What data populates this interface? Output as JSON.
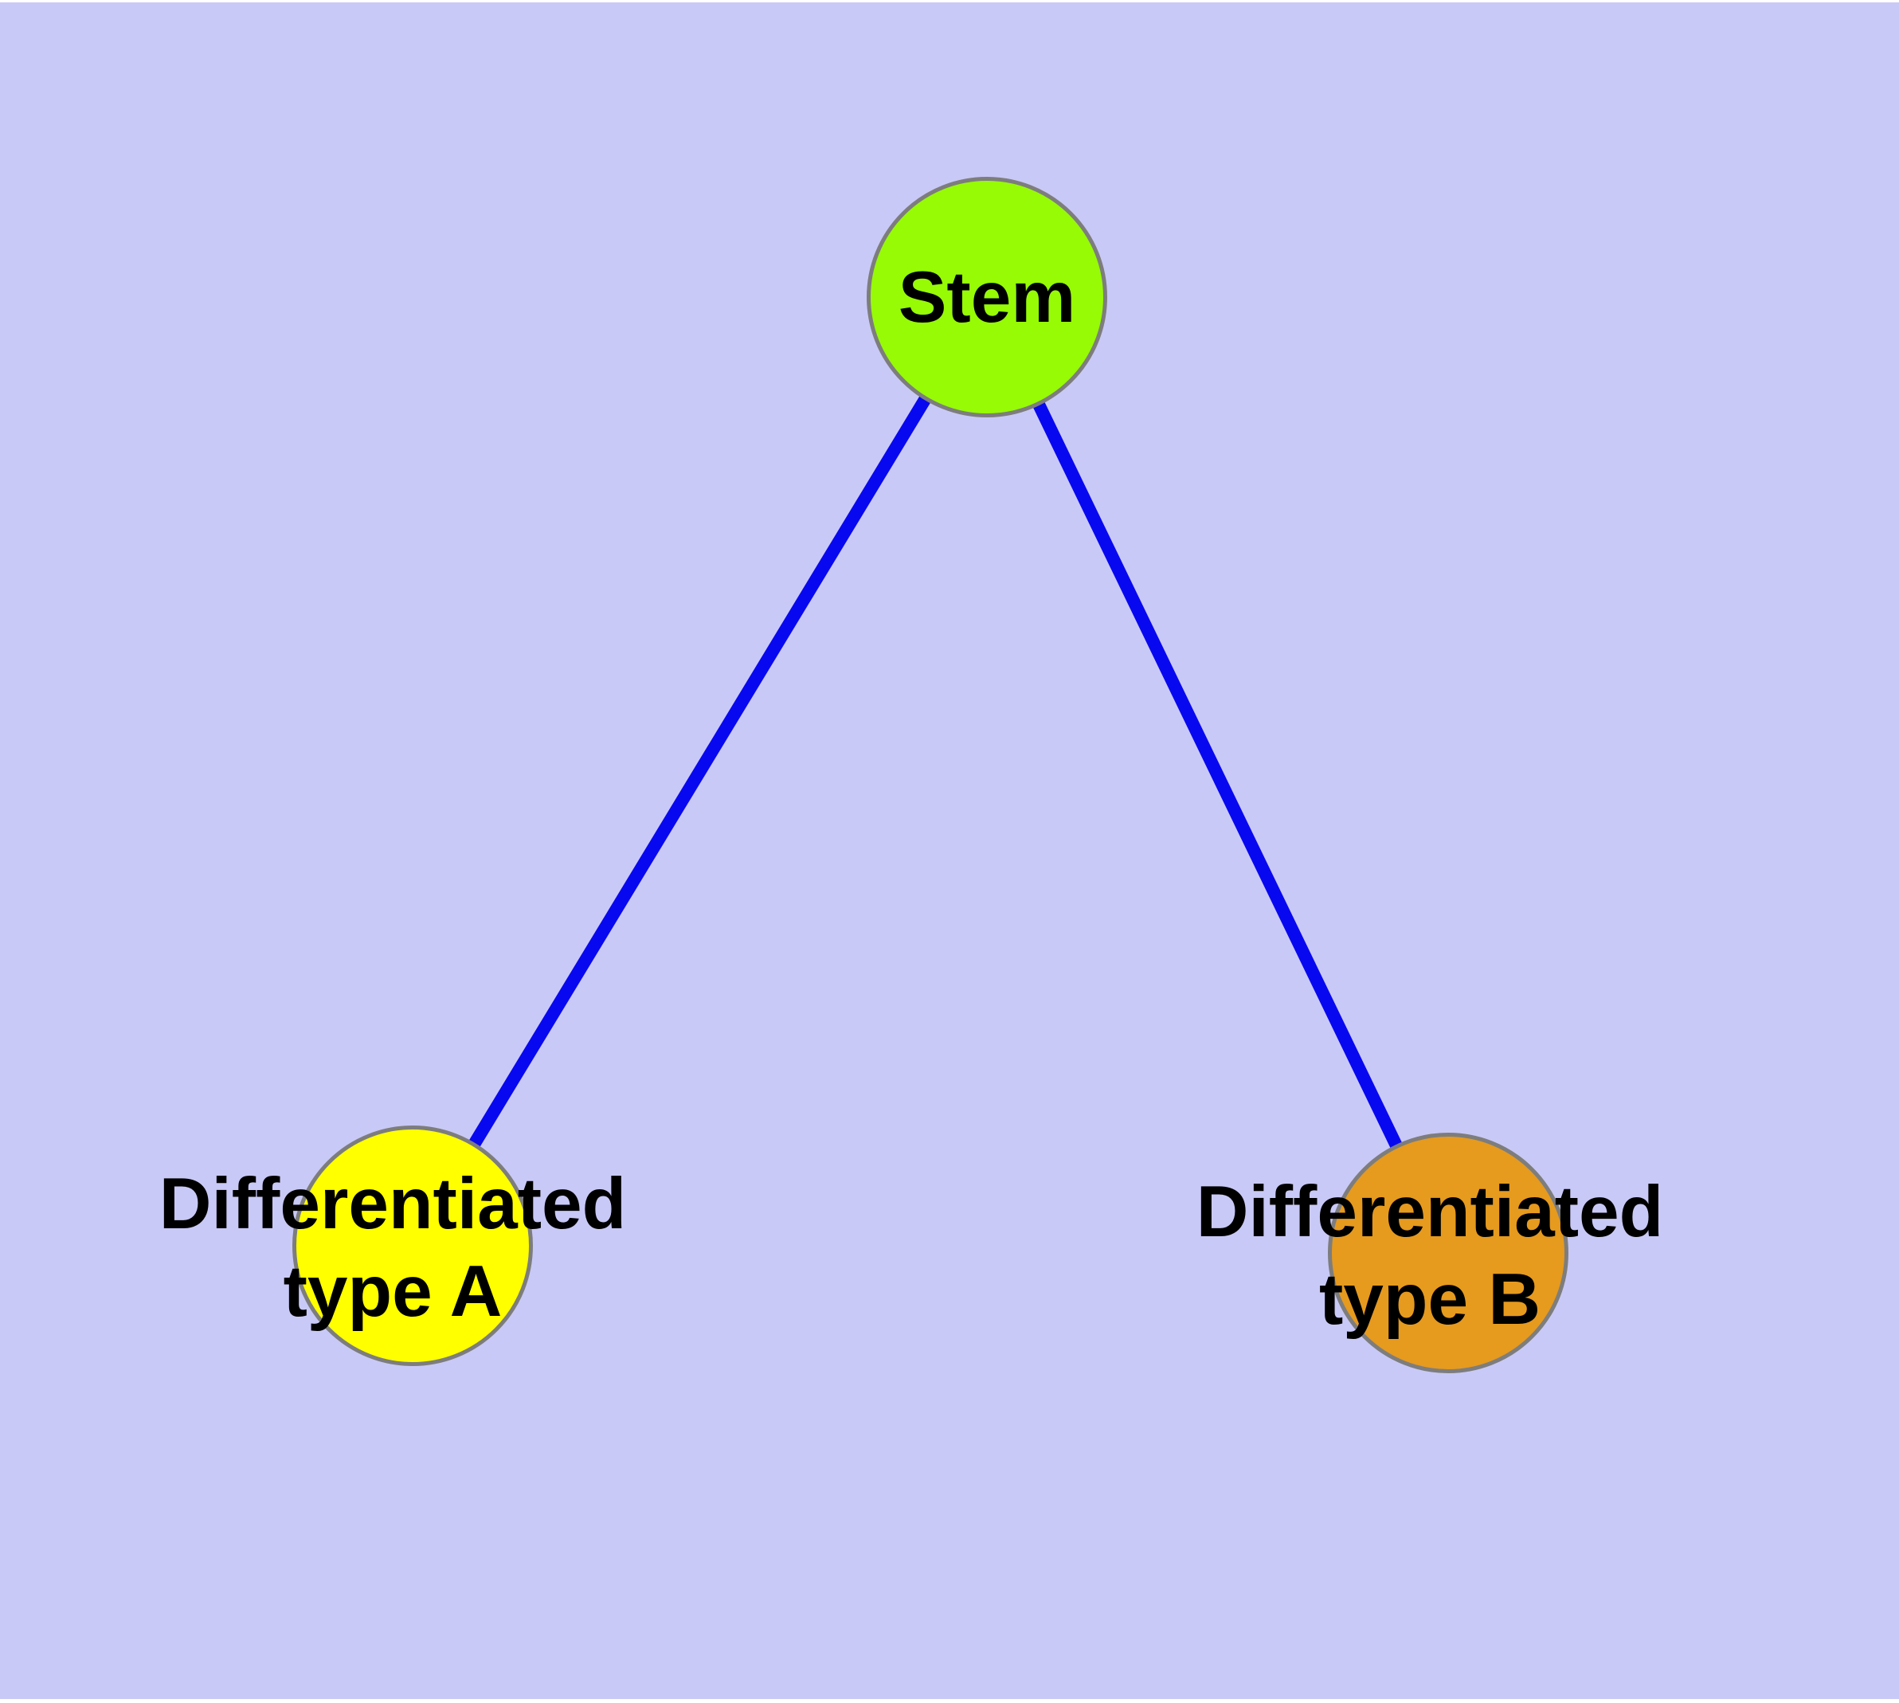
{
  "style": {
    "background": "#c9c9f7",
    "page_border": "#ffffff",
    "node_border": "#7d7d7d",
    "text_color": "#000000",
    "edge_color": "#0808f0"
  },
  "diagram": {
    "type": "node-link graph",
    "nodes": [
      {
        "id": "stem",
        "label_line1": "Stem",
        "label_line2": "",
        "fill": "#96fb05"
      },
      {
        "id": "type-a",
        "label_line1": "Differentiated",
        "label_line2": "type A",
        "fill": "#ffff00"
      },
      {
        "id": "type-b",
        "label_line1": "Differentiated",
        "label_line2": "type B",
        "fill": "#e69a1e"
      }
    ],
    "edges": [
      {
        "from": "stem",
        "to": "type-a"
      },
      {
        "from": "stem",
        "to": "type-b"
      }
    ]
  }
}
